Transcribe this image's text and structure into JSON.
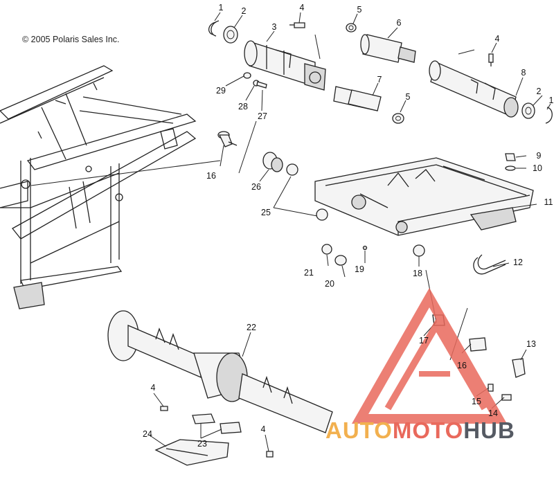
{
  "copyright": "© 2005 Polaris Sales Inc.",
  "callouts": [
    {
      "id": "c1a",
      "text": "1"
    },
    {
      "id": "c2a",
      "text": "2"
    },
    {
      "id": "c3",
      "text": "3"
    },
    {
      "id": "c4a",
      "text": "4"
    },
    {
      "id": "c5a",
      "text": "5"
    },
    {
      "id": "c6",
      "text": "6"
    },
    {
      "id": "c4b",
      "text": "4"
    },
    {
      "id": "c8",
      "text": "8"
    },
    {
      "id": "c2b",
      "text": "2"
    },
    {
      "id": "c1b",
      "text": "1"
    },
    {
      "id": "c7",
      "text": "7"
    },
    {
      "id": "c5b",
      "text": "5"
    },
    {
      "id": "c29",
      "text": "29"
    },
    {
      "id": "c28",
      "text": "28"
    },
    {
      "id": "c27",
      "text": "27"
    },
    {
      "id": "c16a",
      "text": "16"
    },
    {
      "id": "c26",
      "text": "26"
    },
    {
      "id": "c25",
      "text": "25"
    },
    {
      "id": "c9",
      "text": "9"
    },
    {
      "id": "c10",
      "text": "10"
    },
    {
      "id": "c11",
      "text": "11"
    },
    {
      "id": "c12",
      "text": "12"
    },
    {
      "id": "c21",
      "text": "21"
    },
    {
      "id": "c19",
      "text": "19"
    },
    {
      "id": "c18",
      "text": "18"
    },
    {
      "id": "c20",
      "text": "20"
    },
    {
      "id": "c22",
      "text": "22"
    },
    {
      "id": "c17",
      "text": "17"
    },
    {
      "id": "c16b",
      "text": "16"
    },
    {
      "id": "c13",
      "text": "13"
    },
    {
      "id": "c15",
      "text": "15"
    },
    {
      "id": "c14",
      "text": "14"
    },
    {
      "id": "c4c",
      "text": "4"
    },
    {
      "id": "c4d",
      "text": "4"
    },
    {
      "id": "c24",
      "text": "24"
    },
    {
      "id": "c23",
      "text": "23"
    }
  ],
  "watermark": {
    "part1": "AUTO",
    "part2": "MOTO",
    "part3": "HUB",
    "colors": {
      "auto": "#f2b04f",
      "moto": "#e9695c",
      "hub": "#555a63",
      "triangle": "#e9695c"
    }
  }
}
